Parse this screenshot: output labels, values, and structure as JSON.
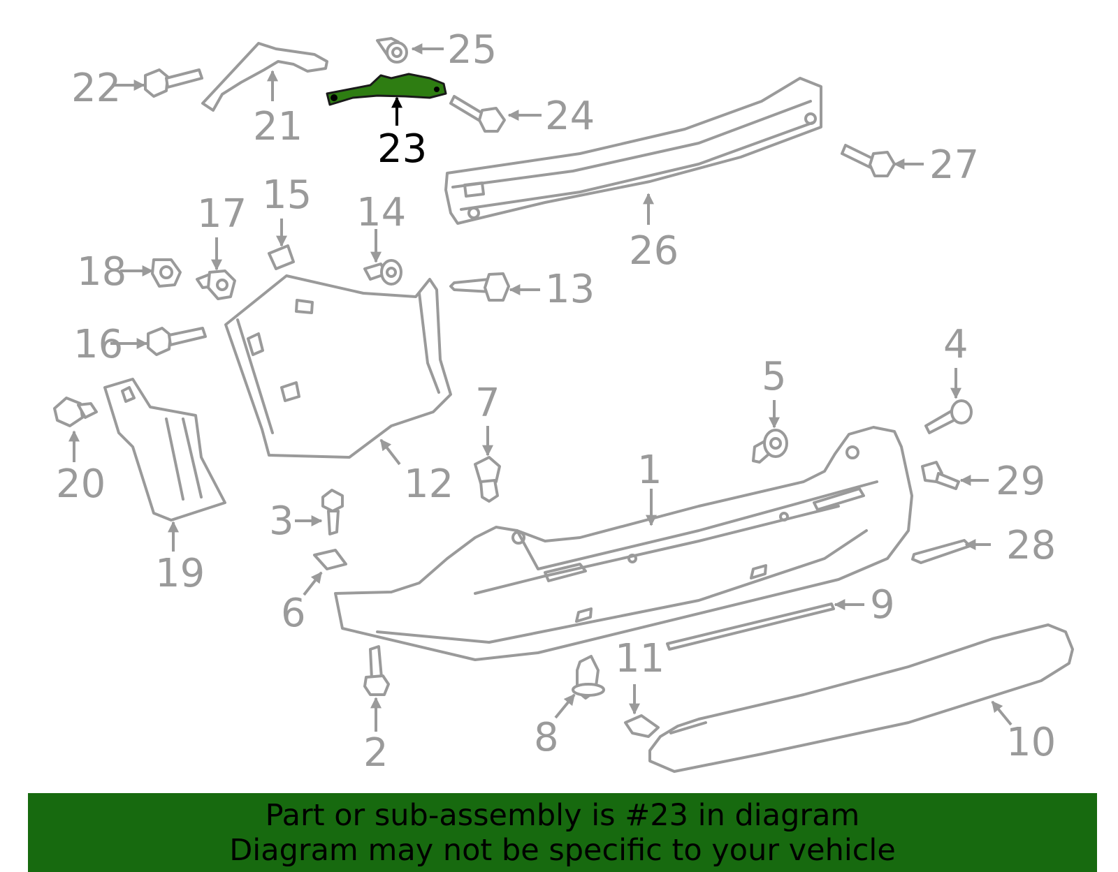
{
  "diagram": {
    "highlighted_part": "23",
    "highlight_color": "#2e7d12",
    "part_color": "#9a9a9a",
    "callouts": {
      "c1": "1",
      "c2": "2",
      "c3": "3",
      "c4": "4",
      "c5": "5",
      "c6": "6",
      "c7": "7",
      "c8": "8",
      "c9": "9",
      "c10": "10",
      "c11": "11",
      "c12": "12",
      "c13": "13",
      "c14": "14",
      "c15": "15",
      "c16": "16",
      "c17": "17",
      "c18": "18",
      "c19": "19",
      "c20": "20",
      "c21": "21",
      "c22": "22",
      "c23": "23",
      "c24": "24",
      "c25": "25",
      "c26": "26",
      "c27": "27",
      "c28": "28",
      "c29": "29"
    }
  },
  "banner": {
    "line1": "Part or sub-assembly is #23 in diagram",
    "line2": "Diagram may not be specific to your vehicle",
    "background": "#176a0f"
  }
}
